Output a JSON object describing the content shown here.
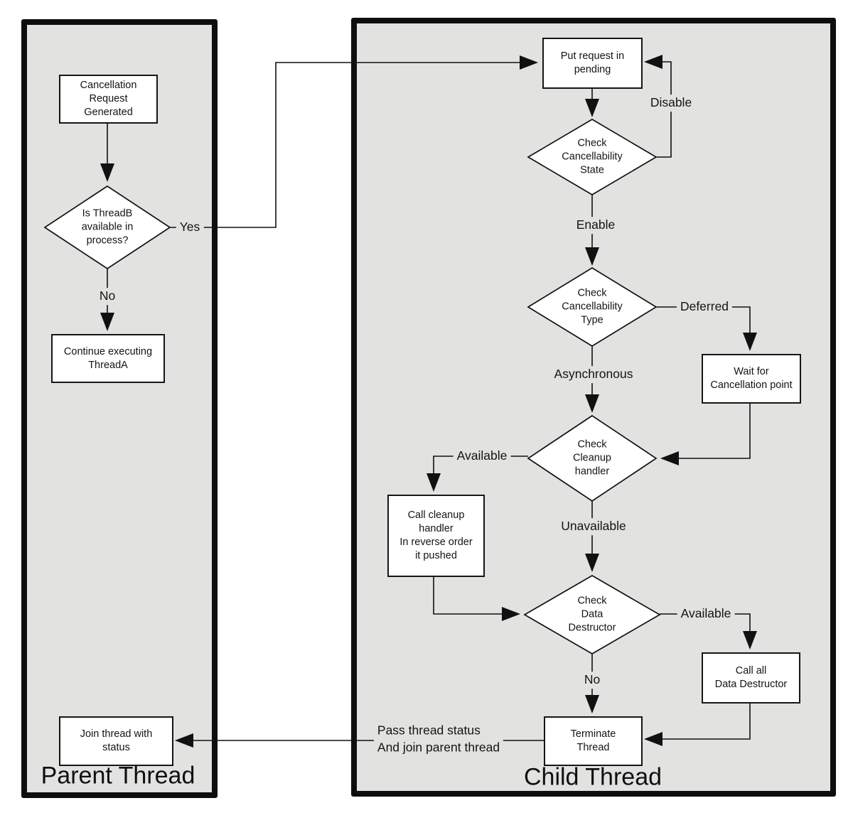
{
  "diagram": {
    "parent_container": {
      "title": "Parent Thread"
    },
    "child_container": {
      "title": "Child Thread"
    },
    "nodes": {
      "cancellation_request": "Cancellation\nRequest\nGenerated",
      "is_threadb_available": "Is ThreadB\navailable in\nprocess?",
      "continue_executing": "Continue executing\nThreadA",
      "join_thread_with_status": "Join thread with\nstatus",
      "put_request_in_pending": "Put request in\npending",
      "check_cancellability_state": "Check\nCancellability\nState",
      "check_cancellability_type": "Check\nCancellability\nType",
      "wait_for_cancellation_point": "Wait for\nCancellation point",
      "check_cleanup_handler": "Check\nCleanup\nhandler",
      "call_cleanup_handler": "Call cleanup\nhandler\nIn reverse order\nit pushed",
      "check_data_destructor": "Check\nData\nDestructor",
      "call_all_data_destructor": "Call all\nData Destructor",
      "terminate_thread": "Terminate\nThread"
    },
    "edge_labels": {
      "yes": "Yes",
      "no_threadb": "No",
      "disable": "Disable",
      "enable": "Enable",
      "deferred": "Deferred",
      "asynchronous": "Asynchronous",
      "available_cleanup": "Available",
      "unavailable": "Unavailable",
      "available_destructor": "Available",
      "no_destructor": "No",
      "pass_thread_status": "Pass thread status\nAnd join parent thread"
    },
    "colors": {
      "container_fill": "#e2e2e1",
      "node_fill": "#ffffff",
      "line": "#111111"
    }
  }
}
